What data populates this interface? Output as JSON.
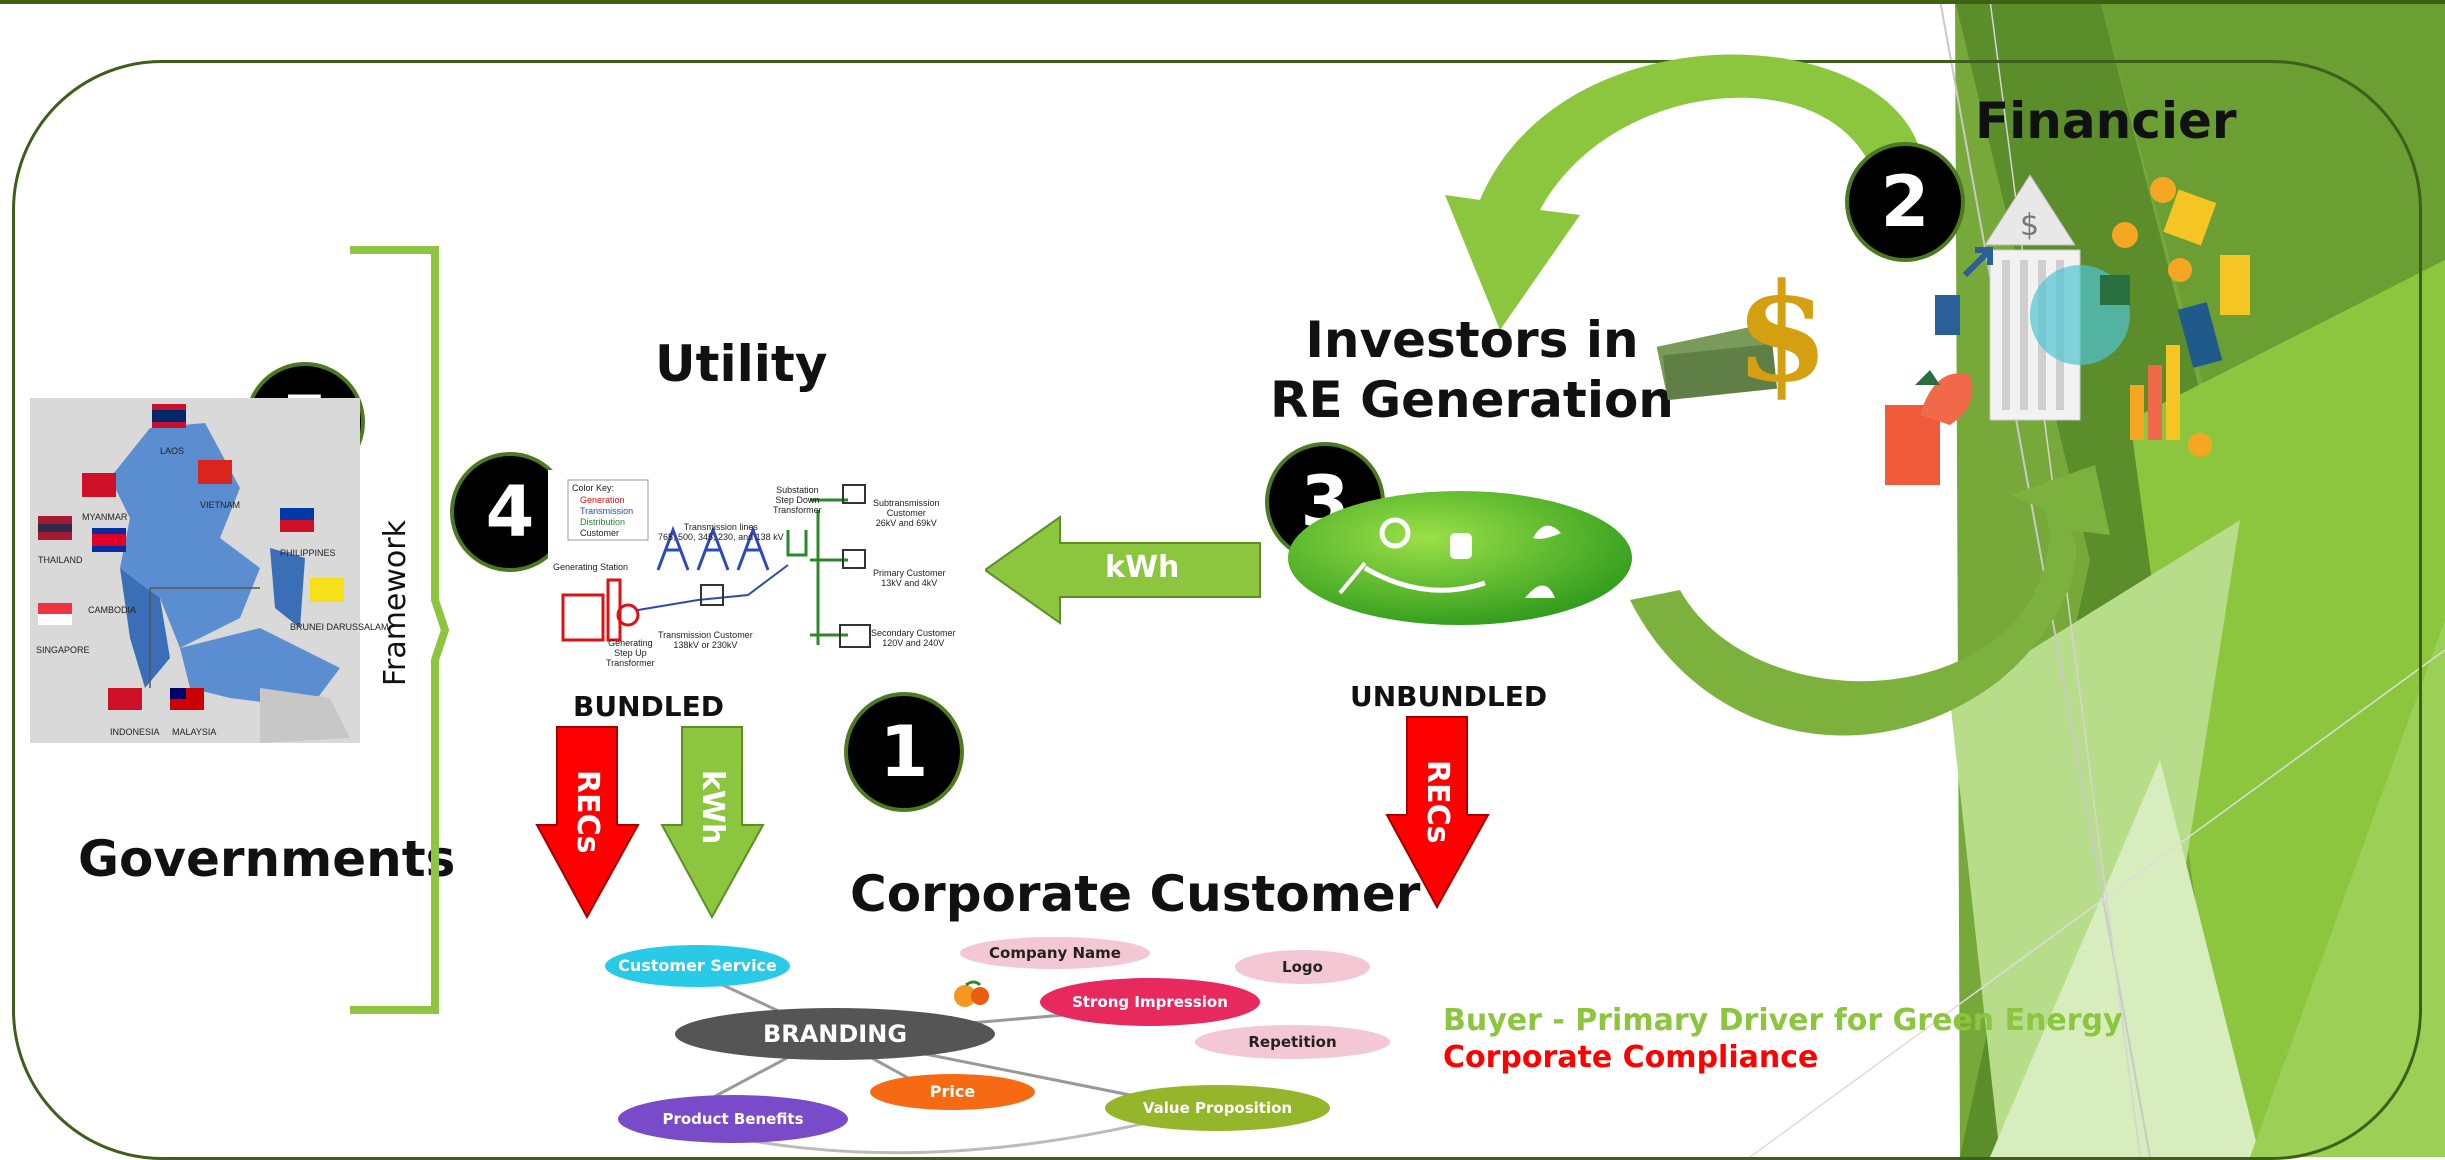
{
  "diagram": {
    "labels": {
      "financier": "Financier",
      "investors": "Investors in\nRE Generation",
      "utility": "Utility",
      "governments": "Governments",
      "framework": "Framework",
      "corporate_customer": "Corporate Customer",
      "bundled": "BUNDLED",
      "unbundled": "UNBUNDLED",
      "buyer_driver": "Buyer - Primary Driver for Green Energy",
      "corporate_compliance": "Corporate Compliance"
    },
    "numbers": {
      "n1": "1",
      "n2": "2",
      "n3": "3",
      "n4": "4",
      "n5": "5"
    },
    "arrows": {
      "kwh_left": "kWh",
      "recs_bundled": "RECs",
      "kwh_down": "kWh",
      "recs_unbundled": "RECs"
    },
    "grid_diagram": {
      "key_title": "Color Key:",
      "key_items": [
        "Generation",
        "Transmission",
        "Distribution",
        "Customer"
      ],
      "generating_station": "Generating Station",
      "step_up": "Generating\nStep Up\nTransformer",
      "transmission_lines": "Transmission lines\n765, 500, 345, 230, and 138 kV",
      "transmission_customer": "Transmission Customer\n138kV or 230kV",
      "substation": "Substation\nStep Down\nTransformer",
      "subtransmission": "Subtransmission\nCustomer\n26kV and 69kV",
      "primary": "Primary Customer\n13kV and 4kV",
      "secondary": "Secondary Customer\n120V and 240V"
    },
    "map_countries": [
      "LAOS",
      "MYANMAR",
      "VIETNAM",
      "THAILAND",
      "PHILIPPINES",
      "CAMBODIA",
      "BRUNEI DARUSSALAM",
      "SINGAPORE",
      "INDONESIA",
      "MALAYSIA"
    ],
    "branding": {
      "center": "BRANDING",
      "items": [
        "Customer Service",
        "Company Name",
        "Logo",
        "Strong Impression",
        "Repetition",
        "Value Proposition",
        "Price",
        "Product Benefits"
      ]
    },
    "colors": {
      "green_light": "#8cc63f",
      "green_dark": "#4d7a1f",
      "red": "#ff0000",
      "buyer_text": "#8cc63f",
      "compliance_text": "#ff0000"
    }
  }
}
